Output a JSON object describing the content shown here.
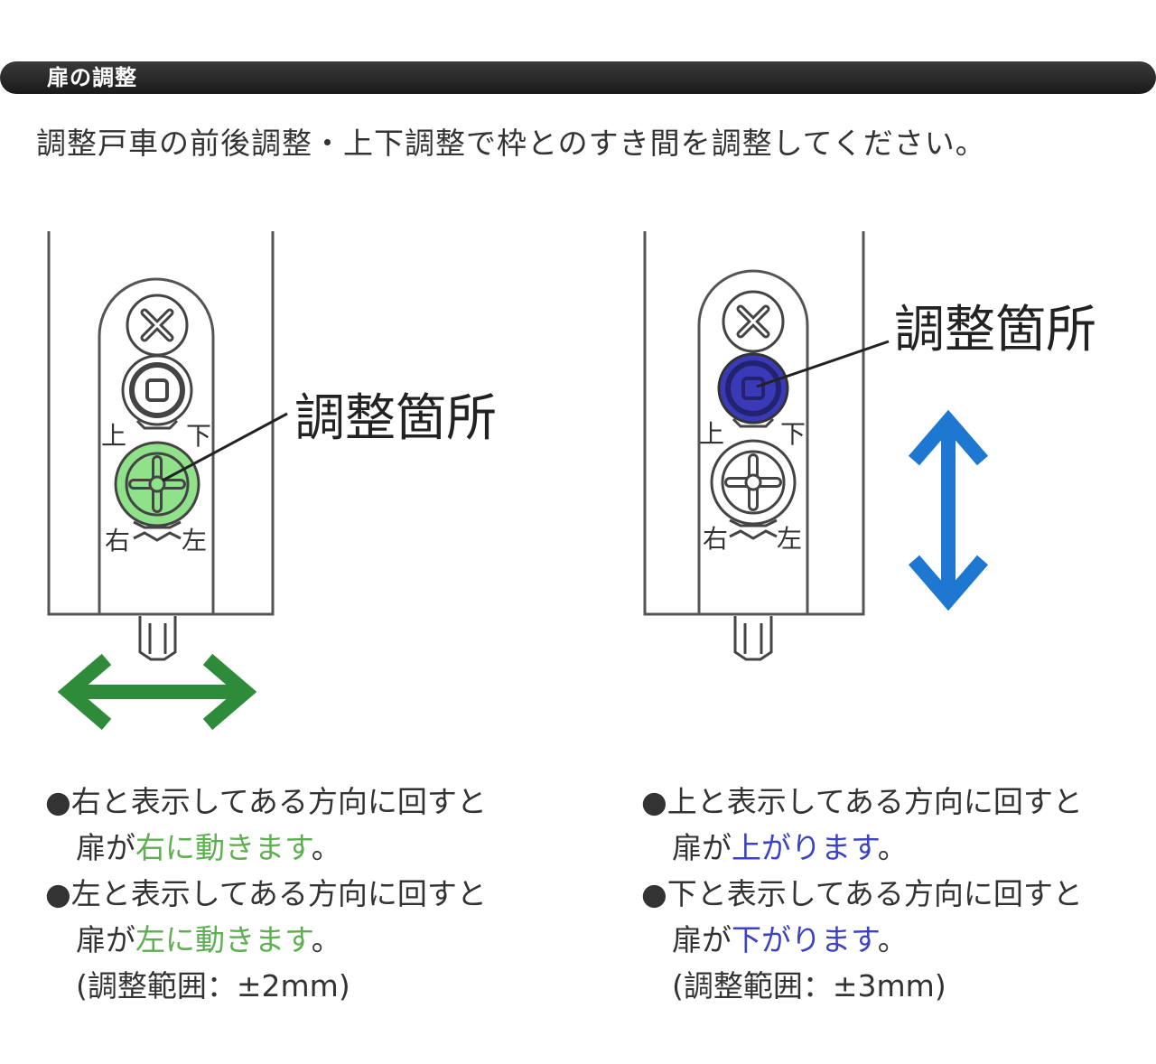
{
  "header": {
    "title": "扉の調整"
  },
  "intro": "調整戸車の前後調整・上下調整で枠とのすき間を調整してください。",
  "accent_colors": {
    "left_screw": "#8fe28a",
    "right_screw": "#3a3ab8",
    "left_arrow": "#2e8b3a",
    "right_arrow": "#1e78d2",
    "left_text": "#5db04f",
    "right_text": "#3b42c6"
  },
  "left_diagram": {
    "callout": "調整箇所",
    "upper_labels": {
      "up": "上",
      "down": "下"
    },
    "lower_labels": {
      "right": "右",
      "left": "左"
    },
    "arrow": "horizontal-double-arrow"
  },
  "right_diagram": {
    "callout": "調整箇所",
    "upper_labels": {
      "up": "上",
      "down": "下"
    },
    "lower_labels": {
      "right": "右",
      "left": "左"
    },
    "arrow": "vertical-double-arrow"
  },
  "left_notes": {
    "line1_bullet": "●",
    "line1": "右と表示してある方向に回すと",
    "line2_prefix": "扉が",
    "line2_highlight": "右に動きます",
    "line2_suffix": "。",
    "line3_bullet": "●",
    "line3": "左と表示してある方向に回すと",
    "line4_prefix": "扉が",
    "line4_highlight": "左に動きます",
    "line4_suffix": "。",
    "range": "(調整範囲：±2mm)"
  },
  "right_notes": {
    "line1_bullet": "●",
    "line1": "上と表示してある方向に回すと",
    "line2_prefix": "扉が",
    "line2_highlight": "上がります",
    "line2_suffix": "。",
    "line3_bullet": "●",
    "line3": "下と表示してある方向に回すと",
    "line4_prefix": "扉が",
    "line4_highlight": "下がります",
    "line4_suffix": "。",
    "range": "(調整範囲：±3mm)"
  }
}
